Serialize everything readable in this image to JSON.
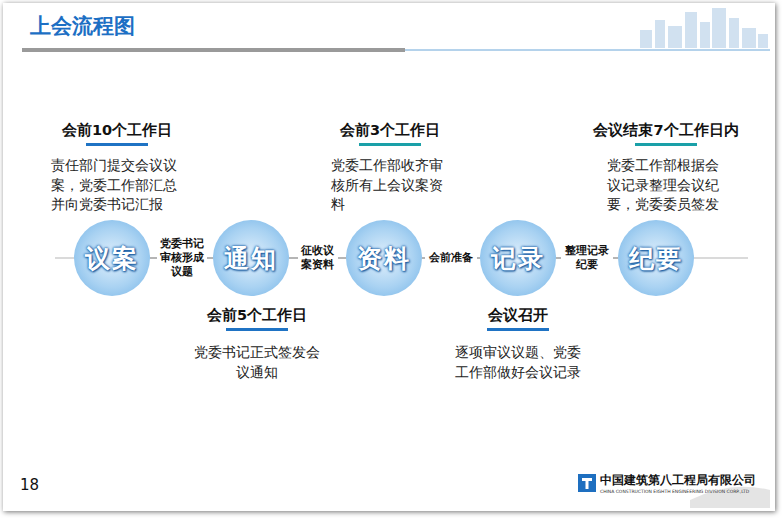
{
  "diagram": {
    "title": "上会流程图",
    "nodes": [
      {
        "text": [
          "议案",
          "会前10个工作日",
          "责任部门提交会议议案，党委工作部汇总并向党委书记汇报"
        ]
      },
      {
        "text": [
          "通知",
          "会前5个工作日",
          "党委书记正式签发会议通知"
        ]
      },
      {
        "text": [
          "资料",
          "会前3个工作日",
          "党委工作部收齐审核所有上会议案资料"
        ]
      },
      {
        "text": [
          "记录",
          "会议召开",
          "逐项审议议题、党委工作部做好会议记录"
        ]
      },
      {
        "text": [
          "纪要",
          "会议结束7个工作日内",
          "党委工作部根据会议记录整理会议纪要，党委委员签发"
        ]
      }
    ],
    "edges": [
      {
        "from": 0,
        "to": 1,
        "label": "党委书记审核形成议题",
        "arrow": "none"
      },
      {
        "from": 1,
        "to": 2,
        "label": "征收议案资料",
        "arrow": "none"
      },
      {
        "from": 2,
        "to": 3,
        "label": "会前准备",
        "arrow": "none"
      },
      {
        "from": 3,
        "to": 4,
        "label": "整理记录纪要",
        "arrow": "none"
      }
    ],
    "labels": [
      "18",
      "中国建筑第八工程局有限公司",
      "CHINA CONSTRUCTION EIGHTH ENGINEERING DIVISION CORP.,LTD"
    ]
  }
}
